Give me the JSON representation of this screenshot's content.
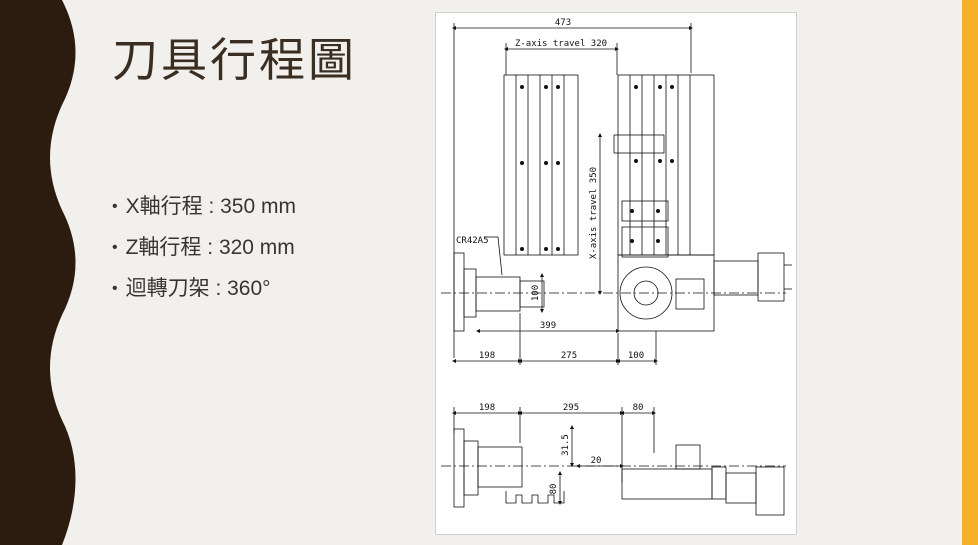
{
  "slide": {
    "title": "刀具行程圖",
    "bullets": [
      {
        "label": "X軸行程 : 350 mm"
      },
      {
        "label": "Z軸行程 : 320 mm"
      },
      {
        "label": "迴轉刀架 : 360°"
      }
    ]
  },
  "drawing": {
    "top": {
      "overall_width": "473",
      "z_travel": "Z-axis travel 320",
      "x_travel": "X-axis travel 350",
      "tool_holder": "CR42A5",
      "diameter": "100",
      "offset": "399",
      "dim_a": "198",
      "dim_b": "275",
      "dim_c": "100"
    },
    "bottom": {
      "dim_a": "198",
      "dim_b": "295",
      "dim_c": "80",
      "height": "31.5",
      "offset": "20",
      "depth": "80"
    }
  },
  "colors": {
    "wave_bar": "#2c1c0f",
    "accent_bar": "#f5b028",
    "background": "#f1f0ec"
  }
}
